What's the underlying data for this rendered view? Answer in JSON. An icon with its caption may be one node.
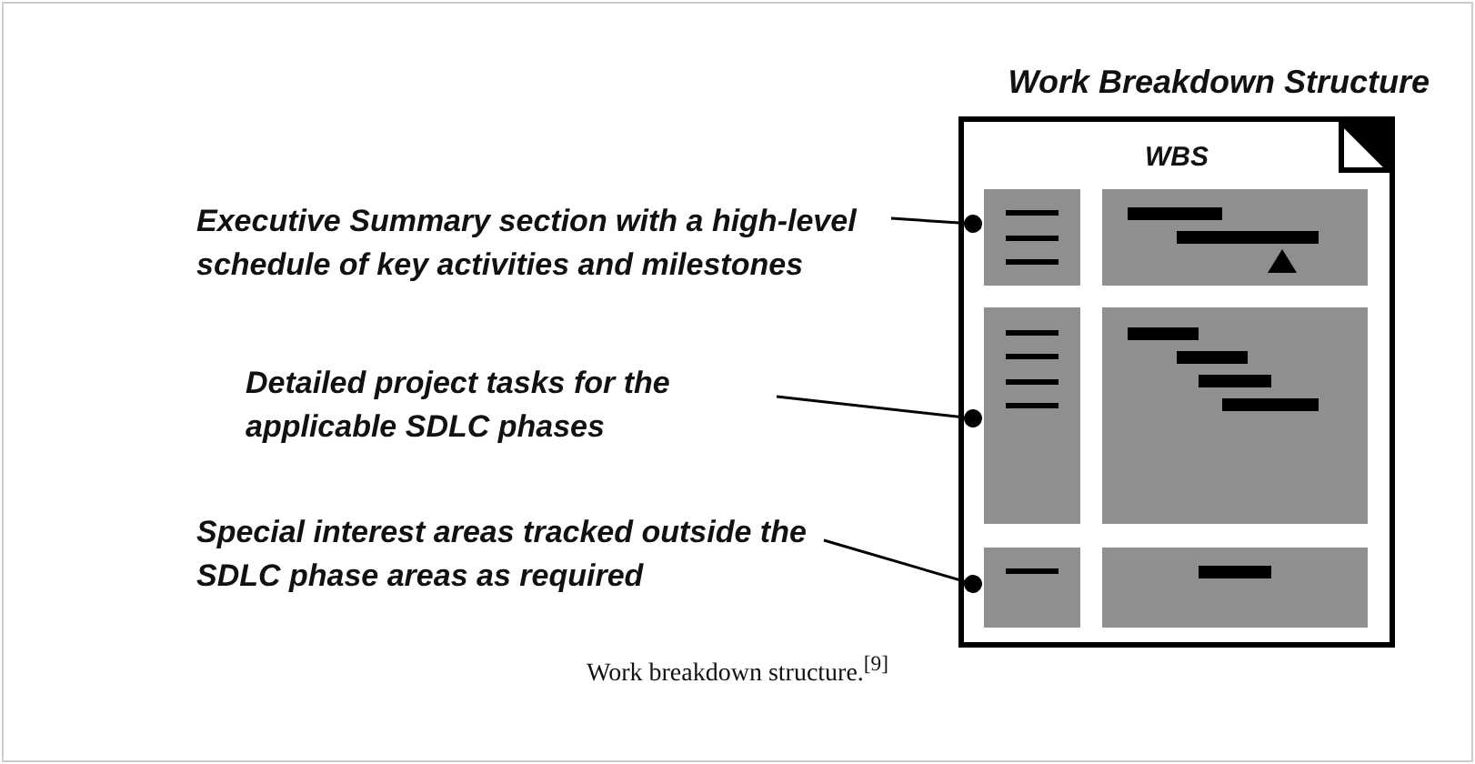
{
  "diagram": {
    "caption": "Work breakdown structure.$^{[9]}$",
    "nodes": [
      {
        "text": [
          "Work Breakdown Structure",
          "WBS"
        ]
      },
      {
        "text": [
          "Executive Summary section with a high-level schedule of key activities and milestones"
        ]
      },
      {
        "text": [
          "Detailed project tasks for the applicable SDLC phases"
        ]
      },
      {
        "text": [
          "Special interest areas tracked outside the SDLC phase areas as required"
        ]
      },
      {
        "text": [],
        "shape": "box",
        "in": 0
      },
      {
        "text": [],
        "shape": "box",
        "in": 0
      },
      {
        "text": [],
        "shape": "box",
        "in": 0
      },
      {
        "text": [],
        "shape": "box",
        "in": 0
      },
      {
        "text": [],
        "shape": "box",
        "in": 0
      },
      {
        "text": [],
        "shape": "box",
        "in": 0
      }
    ],
    "edges": [
      {
        "from": 1,
        "to": 4,
        "arrow": "other"
      },
      {
        "from": 2,
        "to": 6,
        "arrow": "other"
      },
      {
        "from": 3,
        "to": 8,
        "arrow": "other"
      }
    ]
  }
}
